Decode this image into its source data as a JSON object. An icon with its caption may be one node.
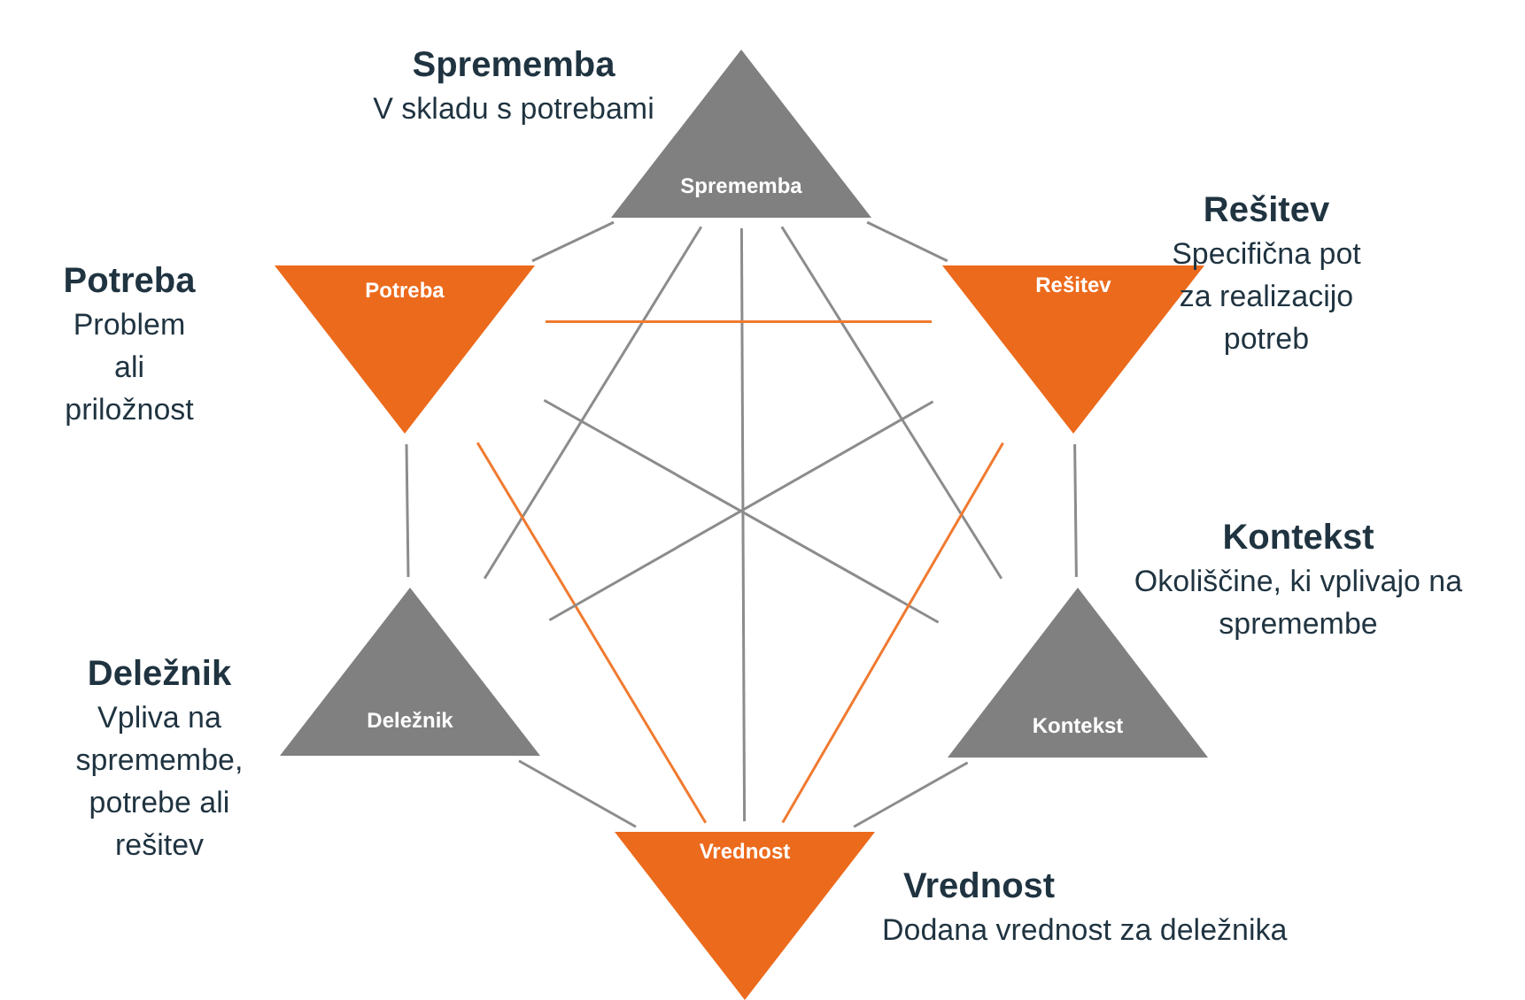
{
  "diagram": {
    "nodes": [
      {
        "text": [
          "Sprememba"
        ],
        "beside": [
          "Sprememba",
          "V skladu s potrebami"
        ]
      },
      {
        "text": [
          "Potreba"
        ],
        "beside": [
          "Potreba",
          "Problem ali priložnost"
        ]
      },
      {
        "text": [
          "Rešitev"
        ],
        "beside": [
          "Rešitev",
          "Specifična pot za realizacijo potreb"
        ]
      },
      {
        "text": [
          "Kontekst"
        ],
        "beside": [
          "Kontekst",
          "Okoliščine, ki vplivajo na spremembe"
        ]
      },
      {
        "text": [
          "Deležnik"
        ],
        "beside": [
          "Deležnik",
          "Vpliva na spremembe, potrebe ali rešitev"
        ]
      },
      {
        "text": [
          "Vrednost"
        ],
        "beside": [
          "Vrednost",
          "Dodana vrednost za deležnika"
        ]
      }
    ],
    "edges": [
      {
        "from": 0,
        "to": 1,
        "arrow": "none"
      },
      {
        "from": 0,
        "to": 2,
        "arrow": "none"
      },
      {
        "from": 0,
        "to": 4,
        "arrow": "none"
      },
      {
        "from": 0,
        "to": 5,
        "arrow": "none"
      },
      {
        "from": 0,
        "to": 3,
        "arrow": "none"
      },
      {
        "from": 1,
        "to": 2,
        "arrow": "none",
        "color": "#f07a30"
      },
      {
        "from": 1,
        "to": 4,
        "arrow": "none"
      },
      {
        "from": 1,
        "to": 3,
        "arrow": "none"
      },
      {
        "from": 1,
        "to": 5,
        "arrow": "none",
        "color": "#f07a30"
      },
      {
        "from": 2,
        "to": 4,
        "arrow": "none"
      },
      {
        "from": 2,
        "to": 3,
        "arrow": "none"
      },
      {
        "from": 2,
        "to": 5,
        "arrow": "none",
        "color": "#f07a30"
      },
      {
        "from": 4,
        "to": 5,
        "arrow": "none"
      },
      {
        "from": 3,
        "to": 5,
        "arrow": "none"
      }
    ]
  }
}
